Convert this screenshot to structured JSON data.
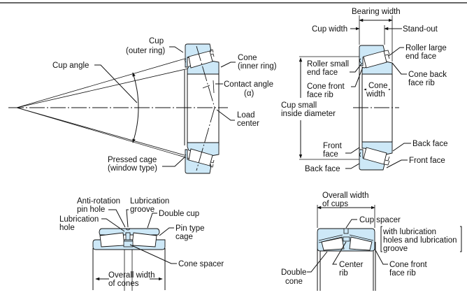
{
  "colors": {
    "ring_fill": "#cde8f7",
    "line": "#111111",
    "background": "#ffffff"
  },
  "panel_single": {
    "cup": [
      "Cup",
      "(outer ring)"
    ],
    "cup_angle": "Cup angle",
    "cone": [
      "Cone",
      "(inner ring)"
    ],
    "contact_angle": [
      "Contact angle",
      "(α)"
    ],
    "load_center": [
      "Load",
      "center"
    ],
    "pressed_cage": [
      "Pressed cage",
      "(window type)"
    ]
  },
  "panel_nomenclature": {
    "bearing_width": "Bearing width",
    "cup_width": "Cup width",
    "stand_out": "Stand-out",
    "roller_large_end_face": [
      "Roller large",
      "end face"
    ],
    "roller_small_end_face": [
      "Roller small",
      "end face"
    ],
    "cone_back_face_rib": [
      "Cone back",
      "face rib"
    ],
    "cone_front_face_rib": [
      "Cone front",
      "face rib"
    ],
    "cone_width": [
      "Cone",
      "width"
    ],
    "cup_small_inside_diameter": [
      "Cup small",
      "inside diameter"
    ],
    "front_face_left": [
      "Front",
      "face"
    ],
    "back_face_right": "Back face",
    "front_face_right": "Front face",
    "back_face_left": "Back face"
  },
  "panel_double_cup": {
    "anti_rotation_pin_hole": [
      "Anti-rotation",
      "pin hole"
    ],
    "lubrication_groove": [
      "Lubrication",
      "groove"
    ],
    "double_cup": "Double cup",
    "lubrication_hole": [
      "Lubrication",
      "hole"
    ],
    "pin_type_cage": [
      "Pin type",
      "cage"
    ],
    "cone_spacer": "Cone spacer",
    "overall_width_of_cones": [
      "Overall width",
      "of cones"
    ]
  },
  "panel_double_cone": {
    "overall_width_of_cups": [
      "Overall width",
      "of cups"
    ],
    "cup_spacer": "Cup spacer",
    "bracket_note": [
      "with lubrication",
      "holes and lubrication",
      "groove"
    ],
    "center_rib": [
      "Center",
      "rib"
    ],
    "cone_front_face_rib": [
      "Cone front",
      "face rib"
    ],
    "double_cone": [
      "Double",
      "cone"
    ]
  }
}
